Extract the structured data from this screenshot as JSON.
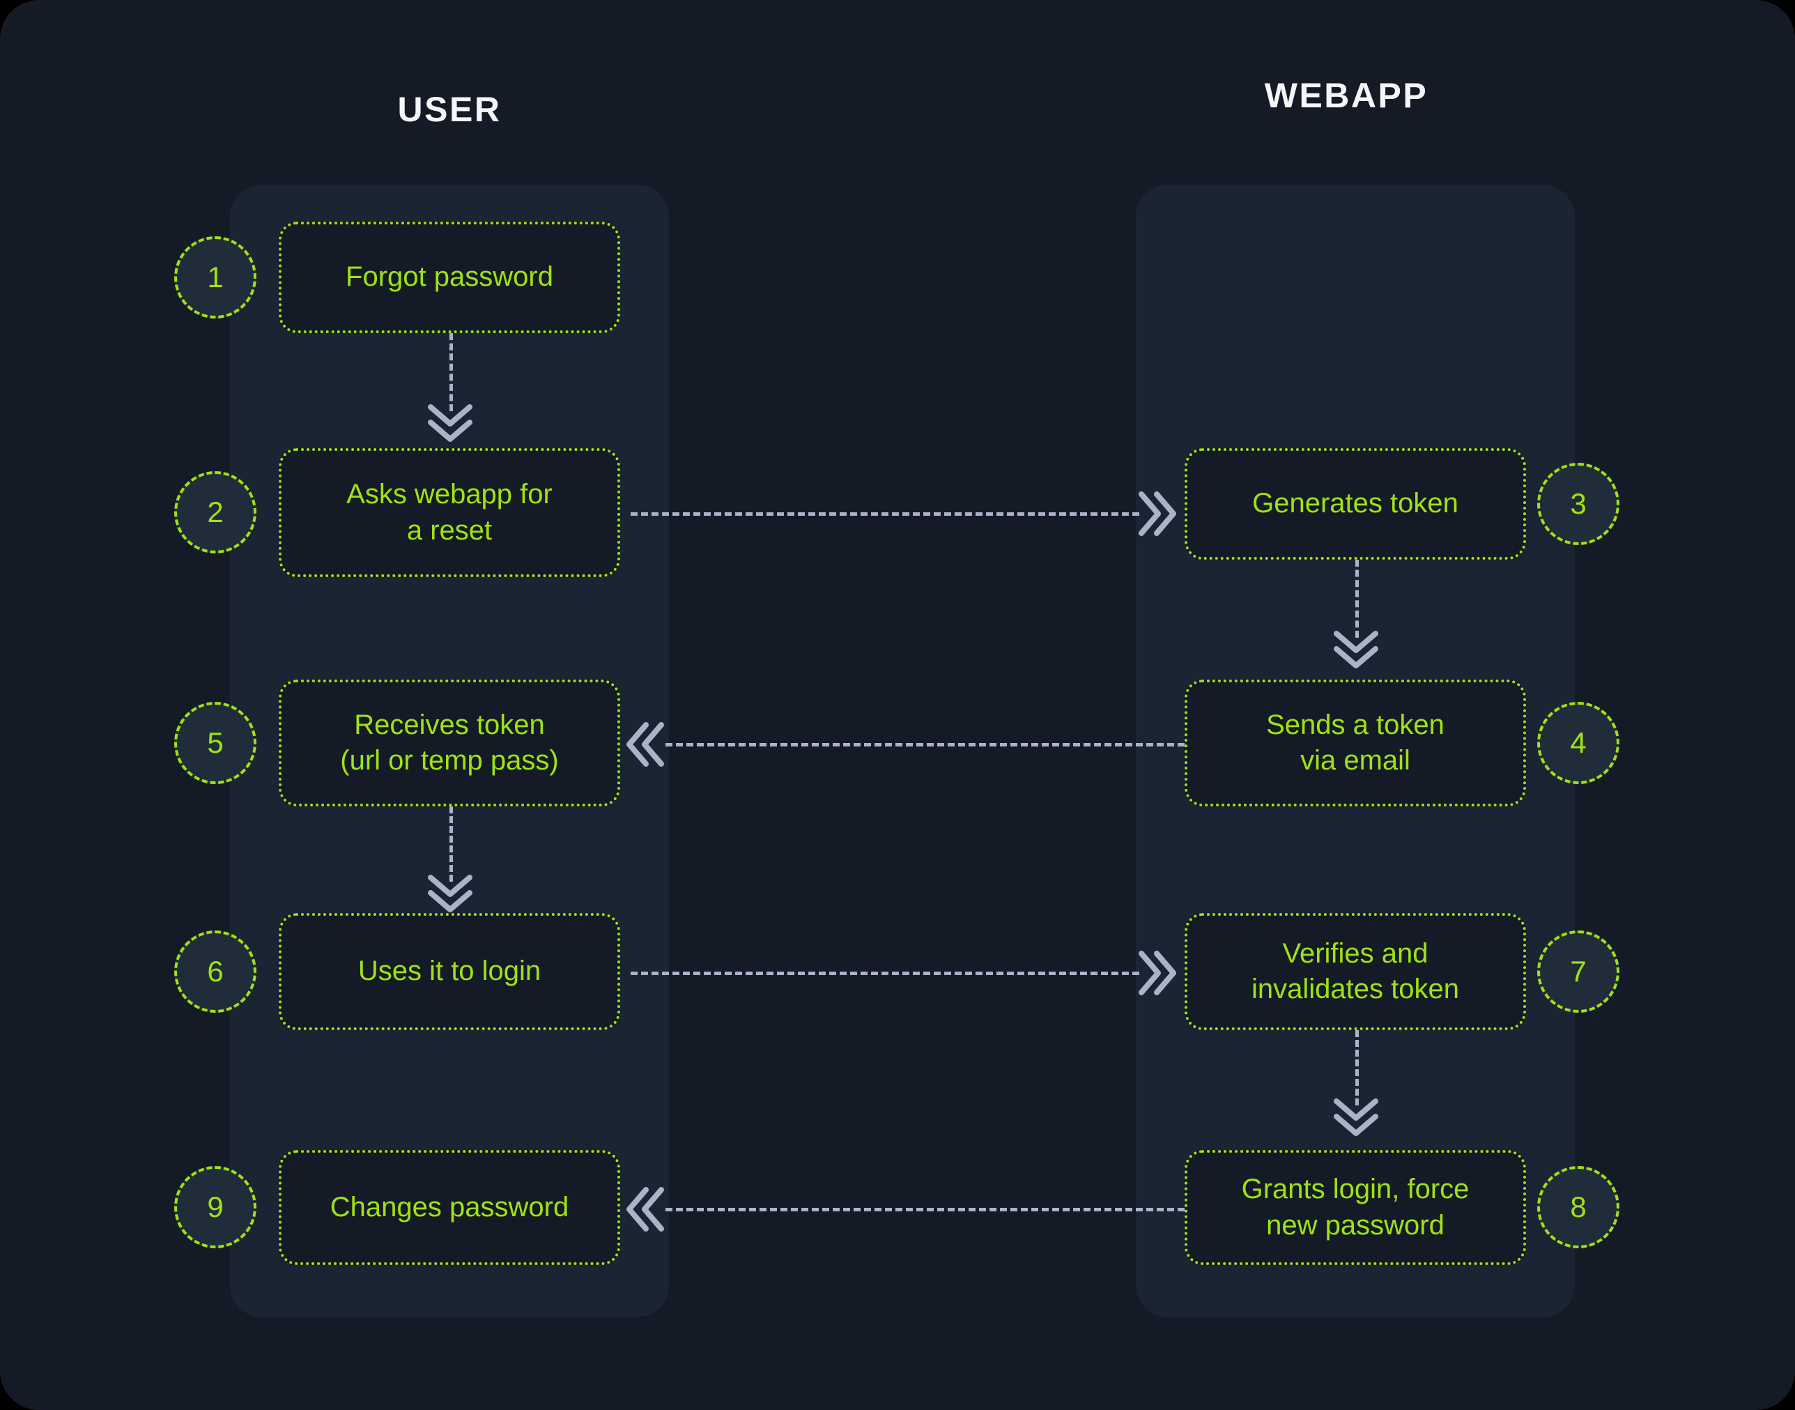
{
  "diagram": {
    "title_user": "USER",
    "title_webapp": "WEBAPP",
    "colors": {
      "background": "#141b27",
      "lane": "#1b2432",
      "accent_green": "#9fe312",
      "badge_fill": "#212c3b",
      "connector": "#aab4c8",
      "header_text": "#f4f6f8"
    },
    "lanes": [
      {
        "name": "USER",
        "side": "left"
      },
      {
        "name": "WEBAPP",
        "side": "right"
      }
    ],
    "steps": [
      {
        "number": "1",
        "label": "Forgot password",
        "lane": "USER"
      },
      {
        "number": "2",
        "label": "Asks webapp for\na reset",
        "lane": "USER"
      },
      {
        "number": "3",
        "label": "Generates token",
        "lane": "WEBAPP"
      },
      {
        "number": "4",
        "label": "Sends a token\nvia email",
        "lane": "WEBAPP"
      },
      {
        "number": "5",
        "label": "Receives token\n(url or temp pass)",
        "lane": "USER"
      },
      {
        "number": "6",
        "label": "Uses it to login",
        "lane": "USER"
      },
      {
        "number": "7",
        "label": "Verifies and\ninvalidates token",
        "lane": "WEBAPP"
      },
      {
        "number": "8",
        "label": "Grants login, force\nnew password",
        "lane": "WEBAPP"
      },
      {
        "number": "9",
        "label": "Changes password",
        "lane": "USER"
      }
    ],
    "connectors": [
      {
        "from": "1",
        "to": "2",
        "direction": "down",
        "style": "dashed",
        "arrow": "double-chevron"
      },
      {
        "from": "2",
        "to": "3",
        "direction": "right",
        "style": "dashed",
        "arrow": "double-chevron"
      },
      {
        "from": "3",
        "to": "4",
        "direction": "down",
        "style": "dashed",
        "arrow": "double-chevron"
      },
      {
        "from": "4",
        "to": "5",
        "direction": "left",
        "style": "dashed",
        "arrow": "double-chevron"
      },
      {
        "from": "5",
        "to": "6",
        "direction": "down",
        "style": "dashed",
        "arrow": "double-chevron"
      },
      {
        "from": "6",
        "to": "7",
        "direction": "right",
        "style": "dashed",
        "arrow": "double-chevron"
      },
      {
        "from": "7",
        "to": "8",
        "direction": "down",
        "style": "dashed",
        "arrow": "double-chevron"
      },
      {
        "from": "8",
        "to": "9",
        "direction": "left",
        "style": "dashed",
        "arrow": "double-chevron"
      }
    ]
  }
}
